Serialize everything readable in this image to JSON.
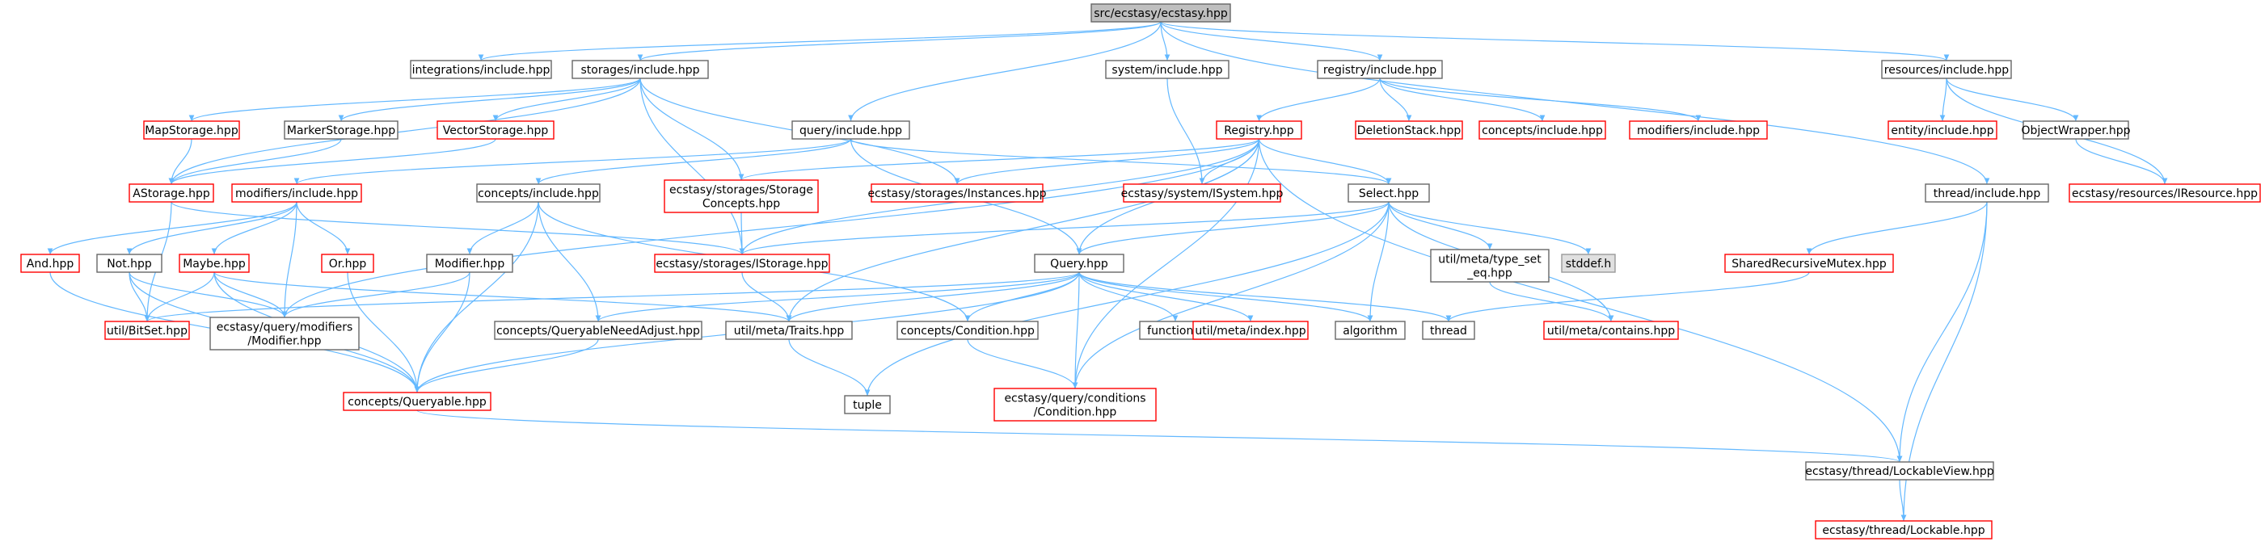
{
  "colors": {
    "edge": "#63b8ff",
    "node_fill": "#ffffff",
    "normal_border": "#666666",
    "missing_border": "#ff0000",
    "root_fill": "#bfbfbf",
    "system_fill": "#e0e0e0",
    "system_border": "#999999"
  },
  "nodes": [
    {
      "id": "root",
      "lines": [
        "src/ecstasy/ecstasy.hpp"
      ],
      "kind": "root"
    },
    {
      "id": "integrations",
      "lines": [
        "integrations/include.hpp"
      ],
      "kind": "normal"
    },
    {
      "id": "storages_inc",
      "lines": [
        "storages/include.hpp"
      ],
      "kind": "normal"
    },
    {
      "id": "system_inc",
      "lines": [
        "system/include.hpp"
      ],
      "kind": "normal"
    },
    {
      "id": "registry_inc",
      "lines": [
        "registry/include.hpp"
      ],
      "kind": "normal"
    },
    {
      "id": "resources_inc",
      "lines": [
        "resources/include.hpp"
      ],
      "kind": "normal"
    },
    {
      "id": "mapstorage",
      "lines": [
        "MapStorage.hpp"
      ],
      "kind": "missing"
    },
    {
      "id": "markerstorage",
      "lines": [
        "MarkerStorage.hpp"
      ],
      "kind": "normal"
    },
    {
      "id": "vectorstorage",
      "lines": [
        "VectorStorage.hpp"
      ],
      "kind": "missing"
    },
    {
      "id": "query_inc",
      "lines": [
        "query/include.hpp"
      ],
      "kind": "normal"
    },
    {
      "id": "registry",
      "lines": [
        "Registry.hpp"
      ],
      "kind": "missing"
    },
    {
      "id": "deletionstack",
      "lines": [
        "DeletionStack.hpp"
      ],
      "kind": "missing"
    },
    {
      "id": "concepts_inc_r",
      "lines": [
        "concepts/include.hpp"
      ],
      "kind": "missing"
    },
    {
      "id": "modifiers_inc_r",
      "lines": [
        "modifiers/include.hpp"
      ],
      "kind": "missing"
    },
    {
      "id": "entity_inc",
      "lines": [
        "entity/include.hpp"
      ],
      "kind": "missing"
    },
    {
      "id": "objectwrapper",
      "lines": [
        "ObjectWrapper.hpp"
      ],
      "kind": "normal"
    },
    {
      "id": "astorage",
      "lines": [
        "AStorage.hpp"
      ],
      "kind": "missing"
    },
    {
      "id": "modifiers_inc",
      "lines": [
        "modifiers/include.hpp"
      ],
      "kind": "missing"
    },
    {
      "id": "concepts_inc",
      "lines": [
        "concepts/include.hpp"
      ],
      "kind": "normal"
    },
    {
      "id": "storageconcepts",
      "lines": [
        "ecstasy/storages/Storage",
        "Concepts.hpp"
      ],
      "kind": "missing"
    },
    {
      "id": "instances",
      "lines": [
        "ecstasy/storages/Instances.hpp"
      ],
      "kind": "missing"
    },
    {
      "id": "isystem",
      "lines": [
        "ecstasy/system/ISystem.hpp"
      ],
      "kind": "missing"
    },
    {
      "id": "select",
      "lines": [
        "Select.hpp"
      ],
      "kind": "normal"
    },
    {
      "id": "thread_inc",
      "lines": [
        "thread/include.hpp"
      ],
      "kind": "normal"
    },
    {
      "id": "iresource",
      "lines": [
        "ecstasy/resources/IResource.hpp"
      ],
      "kind": "missing"
    },
    {
      "id": "and",
      "lines": [
        "And.hpp"
      ],
      "kind": "missing"
    },
    {
      "id": "not",
      "lines": [
        "Not.hpp"
      ],
      "kind": "normal"
    },
    {
      "id": "maybe",
      "lines": [
        "Maybe.hpp"
      ],
      "kind": "missing"
    },
    {
      "id": "or",
      "lines": [
        "Or.hpp"
      ],
      "kind": "missing"
    },
    {
      "id": "modifier",
      "lines": [
        "Modifier.hpp"
      ],
      "kind": "normal"
    },
    {
      "id": "istorage",
      "lines": [
        "ecstasy/storages/IStorage.hpp"
      ],
      "kind": "missing"
    },
    {
      "id": "query",
      "lines": [
        "Query.hpp"
      ],
      "kind": "normal"
    },
    {
      "id": "typeseteq",
      "lines": [
        "util/meta/type_set",
        "_eq.hpp"
      ],
      "kind": "normal"
    },
    {
      "id": "stddef",
      "lines": [
        "stddef.h"
      ],
      "kind": "system"
    },
    {
      "id": "srmutex",
      "lines": [
        "SharedRecursiveMutex.hpp"
      ],
      "kind": "missing"
    },
    {
      "id": "bitset",
      "lines": [
        "util/BitSet.hpp"
      ],
      "kind": "missing"
    },
    {
      "id": "modifier_full",
      "lines": [
        "ecstasy/query/modifiers",
        "/Modifier.hpp"
      ],
      "kind": "normal"
    },
    {
      "id": "qneedadjust",
      "lines": [
        "concepts/QueryableNeedAdjust.hpp"
      ],
      "kind": "normal"
    },
    {
      "id": "traits",
      "lines": [
        "util/meta/Traits.hpp"
      ],
      "kind": "normal"
    },
    {
      "id": "concepts_cond",
      "lines": [
        "concepts/Condition.hpp"
      ],
      "kind": "normal"
    },
    {
      "id": "functional",
      "lines": [
        "functional"
      ],
      "kind": "normal"
    },
    {
      "id": "metaindex",
      "lines": [
        "util/meta/index.hpp"
      ],
      "kind": "missing"
    },
    {
      "id": "algorithm",
      "lines": [
        "algorithm"
      ],
      "kind": "normal"
    },
    {
      "id": "thread",
      "lines": [
        "thread"
      ],
      "kind": "normal"
    },
    {
      "id": "contains",
      "lines": [
        "util/meta/contains.hpp"
      ],
      "kind": "missing"
    },
    {
      "id": "queryable",
      "lines": [
        "concepts/Queryable.hpp"
      ],
      "kind": "missing"
    },
    {
      "id": "tuple",
      "lines": [
        "tuple"
      ],
      "kind": "normal"
    },
    {
      "id": "condition",
      "lines": [
        "ecstasy/query/conditions",
        "/Condition.hpp"
      ],
      "kind": "missing"
    },
    {
      "id": "lockableview",
      "lines": [
        "ecstasy/thread/LockableView.hpp"
      ],
      "kind": "normal"
    },
    {
      "id": "lockable",
      "lines": [
        "ecstasy/thread/Lockable.hpp"
      ],
      "kind": "missing"
    }
  ],
  "edges": [
    [
      "root",
      "integrations"
    ],
    [
      "root",
      "storages_inc"
    ],
    [
      "root",
      "system_inc"
    ],
    [
      "root",
      "registry_inc"
    ],
    [
      "root",
      "resources_inc"
    ],
    [
      "root",
      "query_inc"
    ],
    [
      "root",
      "thread_inc"
    ],
    [
      "storages_inc",
      "mapstorage"
    ],
    [
      "storages_inc",
      "markerstorage"
    ],
    [
      "storages_inc",
      "vectorstorage"
    ],
    [
      "storages_inc",
      "astorage"
    ],
    [
      "storages_inc",
      "storageconcepts"
    ],
    [
      "storages_inc",
      "instances"
    ],
    [
      "storages_inc",
      "istorage"
    ],
    [
      "system_inc",
      "isystem"
    ],
    [
      "registry_inc",
      "registry"
    ],
    [
      "registry_inc",
      "deletionstack"
    ],
    [
      "registry_inc",
      "concepts_inc_r"
    ],
    [
      "registry_inc",
      "modifiers_inc_r"
    ],
    [
      "resources_inc",
      "entity_inc"
    ],
    [
      "resources_inc",
      "objectwrapper"
    ],
    [
      "resources_inc",
      "iresource"
    ],
    [
      "objectwrapper",
      "iresource"
    ],
    [
      "mapstorage",
      "astorage"
    ],
    [
      "markerstorage",
      "astorage"
    ],
    [
      "vectorstorage",
      "astorage"
    ],
    [
      "query_inc",
      "modifiers_inc"
    ],
    [
      "query_inc",
      "concepts_inc"
    ],
    [
      "query_inc",
      "query"
    ],
    [
      "query_inc",
      "select"
    ],
    [
      "registry",
      "storageconcepts"
    ],
    [
      "registry",
      "instances"
    ],
    [
      "registry",
      "isystem"
    ],
    [
      "registry",
      "select"
    ],
    [
      "registry",
      "query"
    ],
    [
      "registry",
      "istorage"
    ],
    [
      "registry",
      "modifier_full"
    ],
    [
      "registry",
      "traits"
    ],
    [
      "registry",
      "condition"
    ],
    [
      "registry",
      "lockableview"
    ],
    [
      "astorage",
      "istorage"
    ],
    [
      "astorage",
      "bitset"
    ],
    [
      "storageconcepts",
      "istorage"
    ],
    [
      "modifiers_inc",
      "and"
    ],
    [
      "modifiers_inc",
      "not"
    ],
    [
      "modifiers_inc",
      "maybe"
    ],
    [
      "modifiers_inc",
      "or"
    ],
    [
      "modifiers_inc",
      "modifier_full"
    ],
    [
      "concepts_inc",
      "modifier"
    ],
    [
      "concepts_inc",
      "queryable"
    ],
    [
      "concepts_inc",
      "qneedadjust"
    ],
    [
      "concepts_inc",
      "concepts_cond"
    ],
    [
      "select",
      "istorage"
    ],
    [
      "select",
      "query"
    ],
    [
      "select",
      "typeseteq"
    ],
    [
      "select",
      "stddef"
    ],
    [
      "select",
      "algorithm"
    ],
    [
      "select",
      "contains"
    ],
    [
      "select",
      "tuple"
    ],
    [
      "select",
      "condition"
    ],
    [
      "thread_inc",
      "srmutex"
    ],
    [
      "thread_inc",
      "lockableview"
    ],
    [
      "thread_inc",
      "lockable"
    ],
    [
      "and",
      "queryable"
    ],
    [
      "not",
      "bitset"
    ],
    [
      "not",
      "modifier_full"
    ],
    [
      "not",
      "queryable"
    ],
    [
      "maybe",
      "bitset"
    ],
    [
      "maybe",
      "modifier_full"
    ],
    [
      "maybe",
      "queryable"
    ],
    [
      "maybe",
      "traits"
    ],
    [
      "or",
      "queryable"
    ],
    [
      "modifier",
      "modifier_full"
    ],
    [
      "modifier",
      "queryable"
    ],
    [
      "istorage",
      "traits"
    ],
    [
      "query",
      "bitset"
    ],
    [
      "query",
      "qneedadjust"
    ],
    [
      "query",
      "traits"
    ],
    [
      "query",
      "concepts_cond"
    ],
    [
      "query",
      "functional"
    ],
    [
      "query",
      "metaindex"
    ],
    [
      "query",
      "algorithm"
    ],
    [
      "query",
      "thread"
    ],
    [
      "query",
      "queryable"
    ],
    [
      "query",
      "condition"
    ],
    [
      "typeseteq",
      "contains"
    ],
    [
      "srmutex",
      "thread"
    ],
    [
      "qneedadjust",
      "queryable"
    ],
    [
      "traits",
      "tuple"
    ],
    [
      "concepts_cond",
      "condition"
    ],
    [
      "queryable",
      "lockableview"
    ],
    [
      "lockableview",
      "lockable"
    ]
  ]
}
